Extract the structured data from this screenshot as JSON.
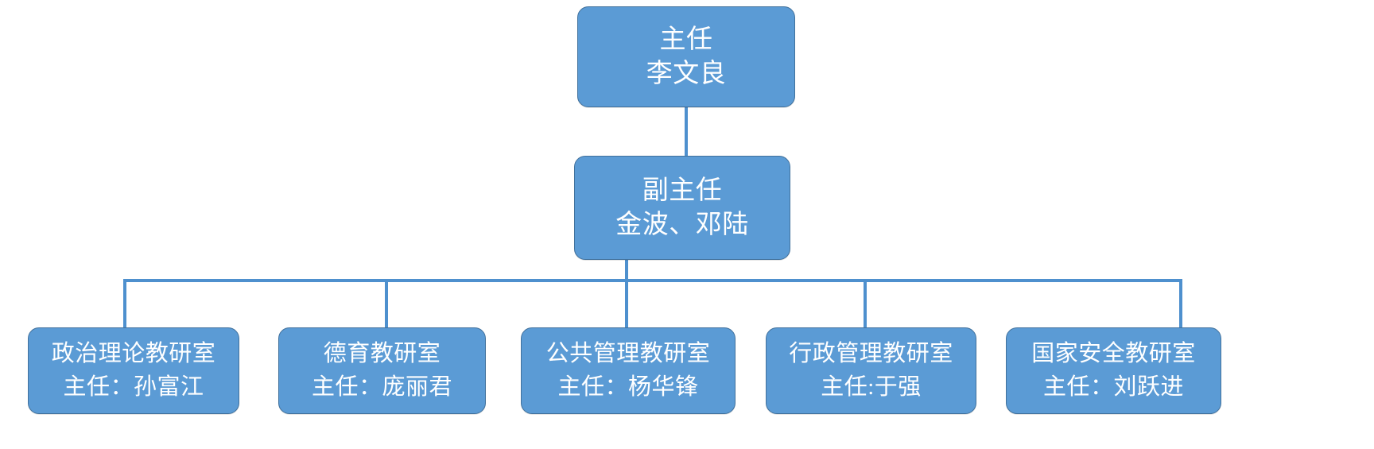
{
  "chart_data": {
    "type": "diagram",
    "diagram_type": "organization-chart",
    "title": "",
    "orientation": "top-down",
    "levels": 3,
    "node_fill_color": "#5B9BD5",
    "node_border_color": "#41719C",
    "connector_color": "#4E90CE",
    "text_color": "#FFFFFF",
    "background_color": "#FFFFFF"
  },
  "org": {
    "director": {
      "title": "主任",
      "name": "李文良"
    },
    "deputy": {
      "title": "副主任",
      "name": "金波、邓陆"
    },
    "units": [
      {
        "name": "政治理论教研室",
        "head": "主任：孙富江"
      },
      {
        "name": "德育教研室",
        "head": "主任：庞丽君"
      },
      {
        "name": "公共管理教研室",
        "head": "主任：杨华锋"
      },
      {
        "name": "行政管理教研室",
        "head": "主任:于强"
      },
      {
        "name": "国家安全教研室",
        "head": "主任：刘跃进"
      }
    ]
  }
}
